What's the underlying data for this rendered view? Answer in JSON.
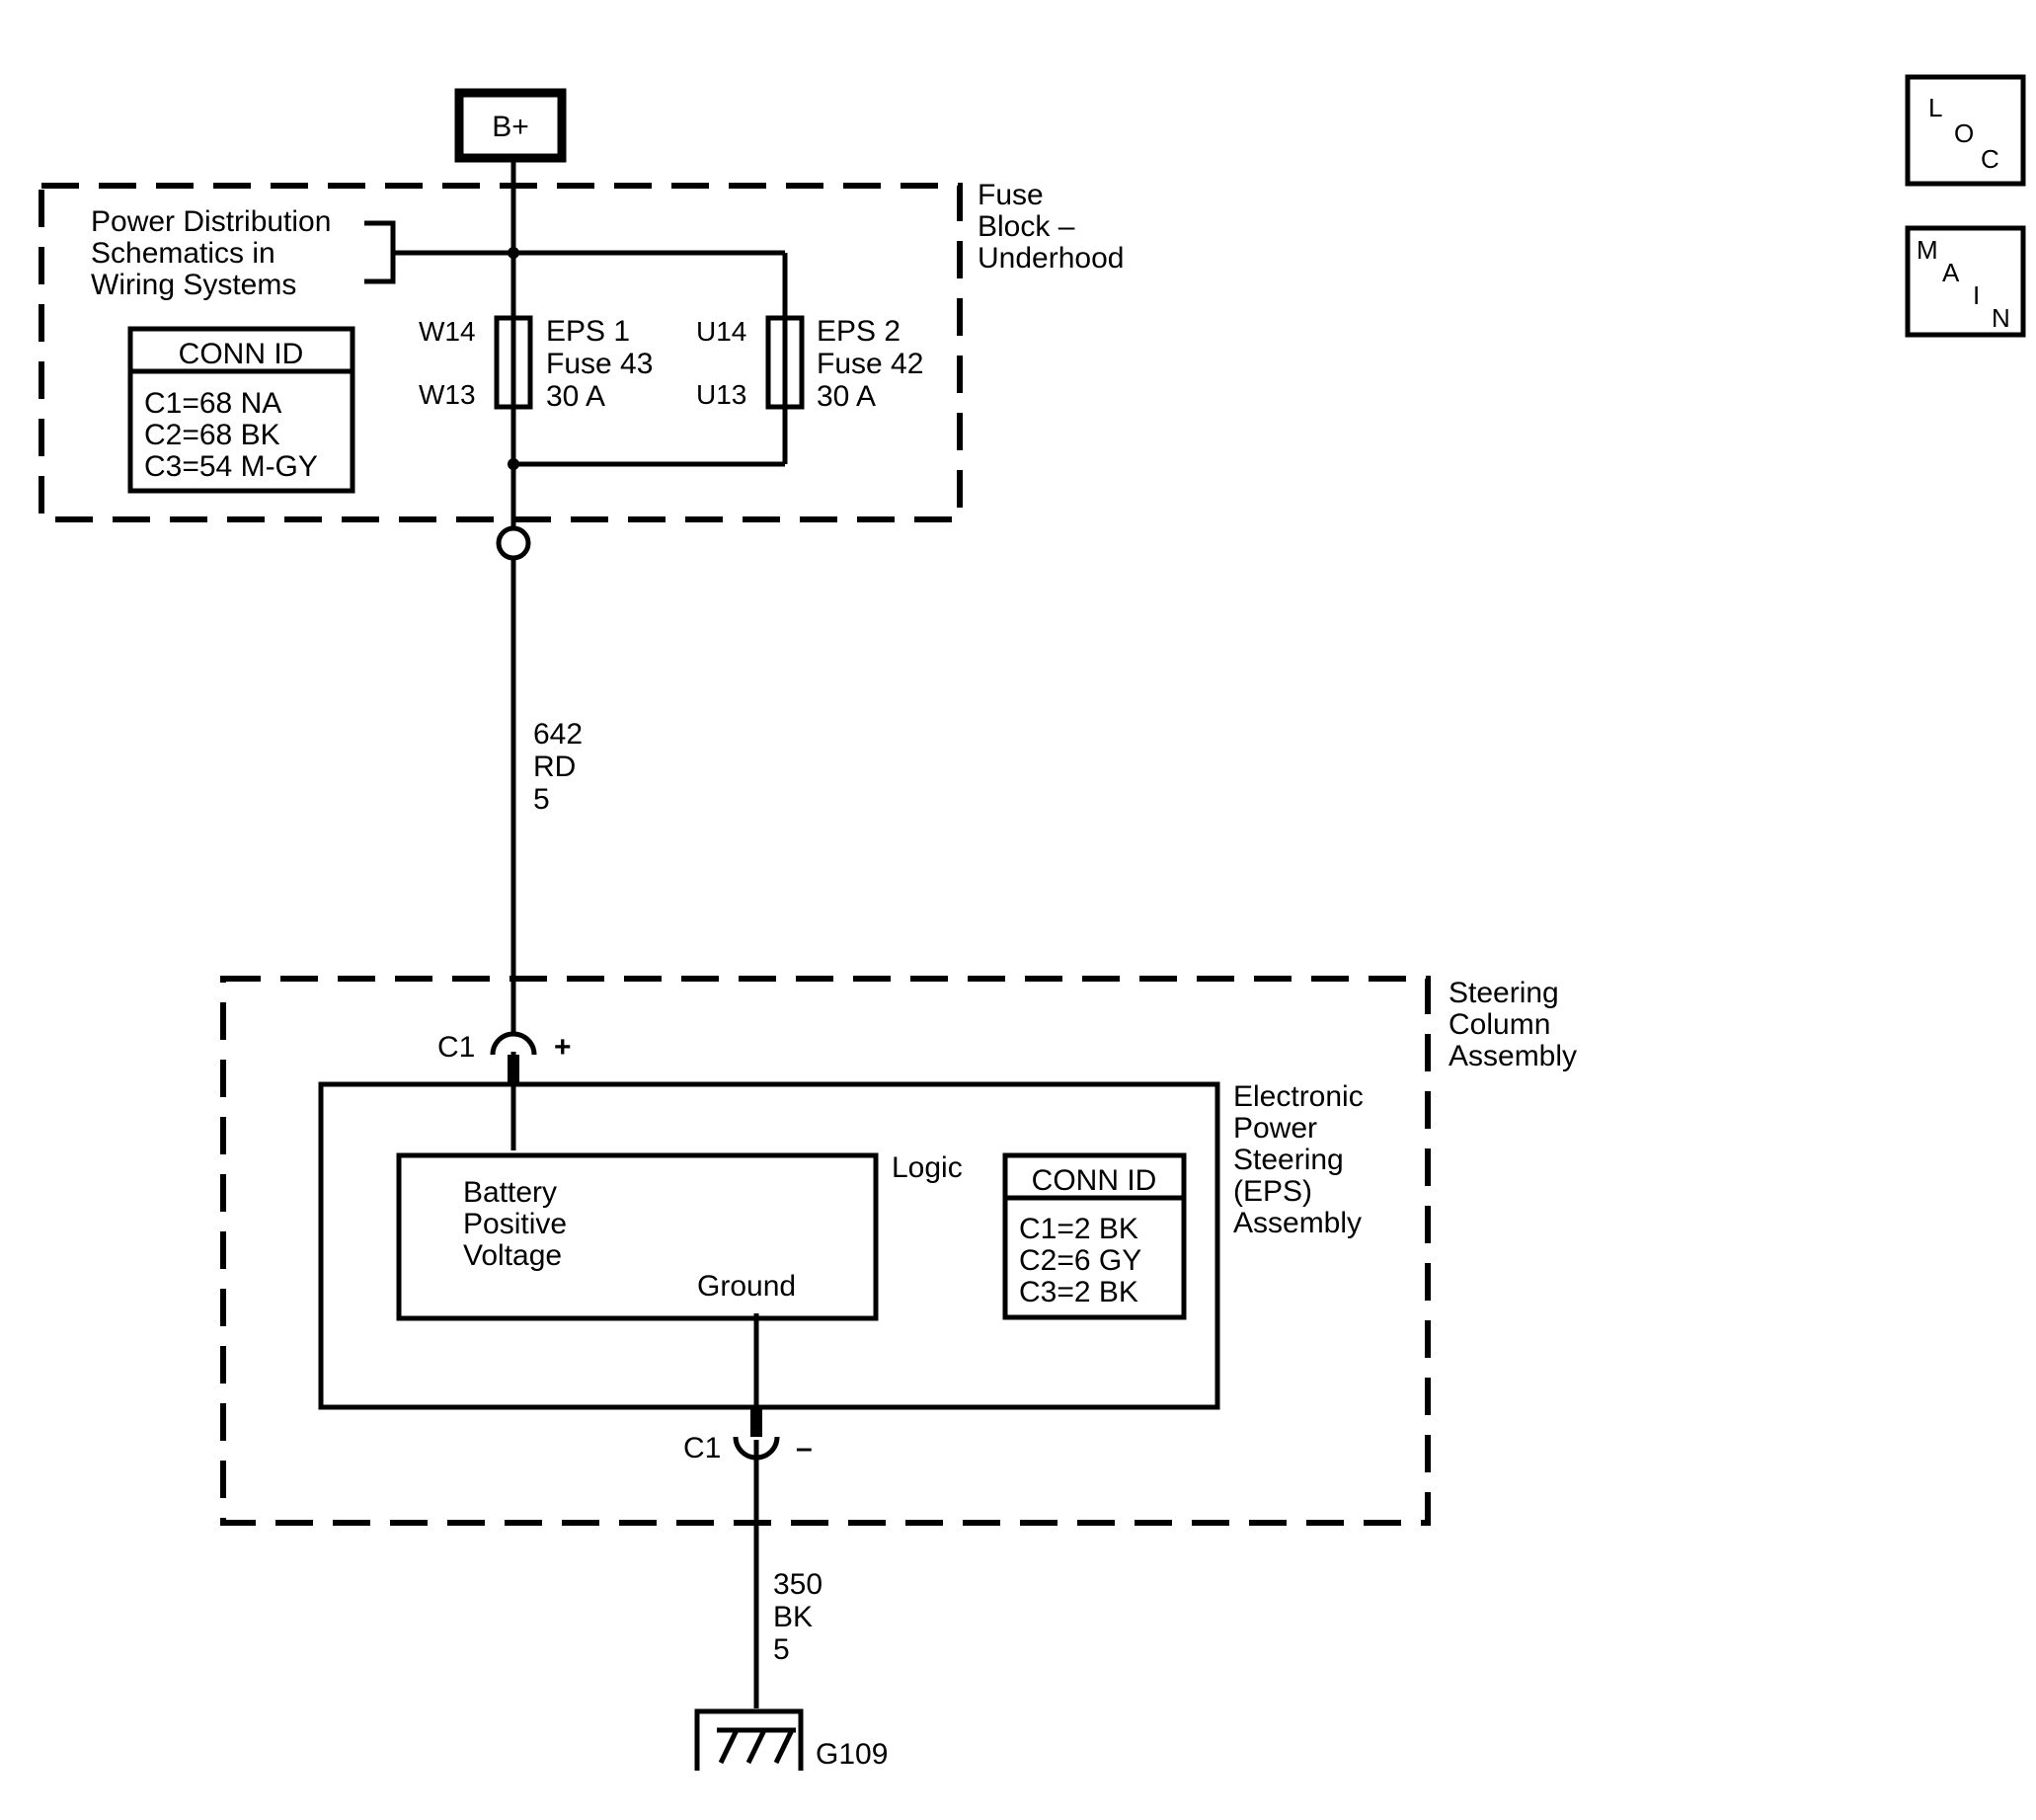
{
  "power_source": {
    "label": "B+"
  },
  "fuse_block": {
    "title_lines": [
      "Fuse",
      "Block –",
      "Underhood"
    ],
    "reference_lines": [
      "Power Distribution",
      "Schematics in",
      "Wiring Systems"
    ],
    "conn_id": {
      "header": "CONN ID",
      "rows": [
        "C1=68 NA",
        "C2=68 BK",
        "C3=54 M-GY"
      ]
    },
    "fuse_1": {
      "top_terminal": "W14",
      "bottom_terminal": "W13",
      "lines": [
        "EPS 1",
        "Fuse 43",
        "30 A"
      ]
    },
    "fuse_2": {
      "top_terminal": "U14",
      "bottom_terminal": "U13",
      "lines": [
        "EPS 2",
        "Fuse 42",
        "30 A"
      ]
    }
  },
  "wire_power": {
    "circuit": "642",
    "color": "RD",
    "size": "5"
  },
  "steering_column": {
    "title_lines": [
      "Steering",
      "Column",
      "Assembly"
    ],
    "connector_pos": {
      "name": "C1",
      "polarity": "+"
    },
    "connector_neg": {
      "name": "C1",
      "polarity": "–"
    },
    "eps": {
      "title_lines": [
        "Electronic",
        "Power",
        "Steering",
        "(EPS)",
        "Assembly"
      ],
      "logic_label": "Logic",
      "battery_lines": [
        "Battery",
        "Positive",
        "Voltage"
      ],
      "ground_label": "Ground",
      "conn_id": {
        "header": "CONN ID",
        "rows": [
          "C1=2 BK",
          "C2=6 GY",
          "C3=2 BK"
        ]
      }
    }
  },
  "wire_ground": {
    "circuit": "350",
    "color": "BK",
    "size": "5"
  },
  "ground_point": {
    "label": "G109"
  },
  "nav": {
    "loc": {
      "letters": [
        "L",
        "O",
        "C"
      ]
    },
    "main": {
      "letters": [
        "M",
        "A",
        "I",
        "N"
      ]
    }
  }
}
